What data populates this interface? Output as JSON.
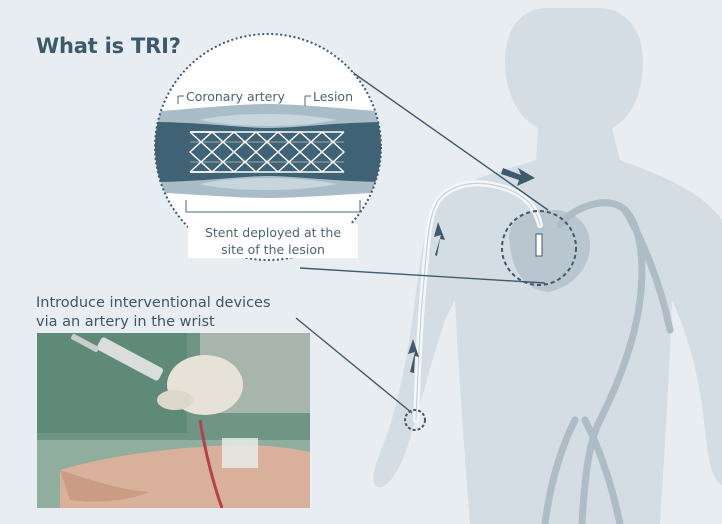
{
  "title": "What is TRI?",
  "zoom_labels": {
    "coronary_artery": "Coronary artery",
    "lesion": "Lesion"
  },
  "stent_caption": [
    "Stent deployed at the",
    "site of the lesion"
  ],
  "wrist_caption": [
    "Introduce interventional devices",
    "via an artery in the wrist"
  ],
  "colors": {
    "background": "#e8edf1",
    "body_silhouette": "#d5dee5",
    "title": "#3d5a6c",
    "artery_dark": "#3f6275",
    "arrow": "#3e5a6b"
  }
}
